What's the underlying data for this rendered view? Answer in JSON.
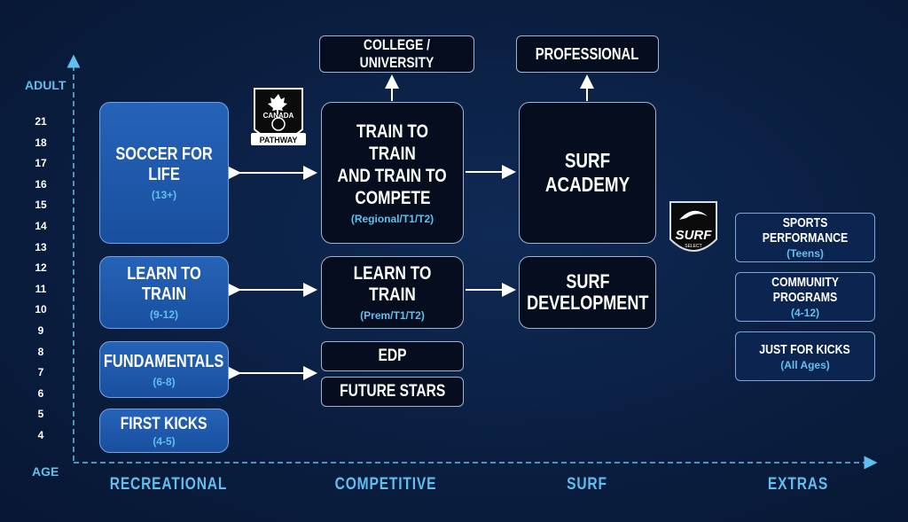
{
  "axis": {
    "y_top_label": "ADULT",
    "y_bottom_label": "AGE",
    "ages": [
      "21",
      "18",
      "17",
      "16",
      "15",
      "14",
      "13",
      "12",
      "11",
      "10",
      "9",
      "8",
      "7",
      "6",
      "5",
      "4"
    ]
  },
  "columns": [
    "RECREATIONAL",
    "COMPETITIVE",
    "SURF",
    "EXTRAS"
  ],
  "recreational": [
    {
      "title": "SOCCER FOR LIFE",
      "sub": "(13+)"
    },
    {
      "title": "LEARN TO TRAIN",
      "sub": "(9-12)"
    },
    {
      "title": "FUNDAMENTALS",
      "sub": "(6-8)"
    },
    {
      "title": "FIRST KICKS",
      "sub": "(4-5)"
    }
  ],
  "competitive": {
    "top": "COLLEGE / UNIVERSITY",
    "train_title_1": "TRAIN TO TRAIN",
    "train_title_2": "AND TRAIN TO",
    "train_title_3": "COMPETE",
    "train_sub": "(Regional/T1/T2)",
    "learn_title": "LEARN TO TRAIN",
    "learn_sub": "(Prem/T1/T2)",
    "edp": "EDP",
    "future": "FUTURE STARS"
  },
  "surf": {
    "top": "PROFESSIONAL",
    "academy": "SURF ACADEMY",
    "dev_1": "SURF",
    "dev_2": "DEVELOPMENT"
  },
  "extras": [
    {
      "title": "SPORTS PERFORMANCE",
      "sub": "(Teens)"
    },
    {
      "title": "COMMUNITY PROGRAMS",
      "sub": "(4-12)"
    },
    {
      "title": "JUST FOR KICKS",
      "sub": "(All Ages)"
    }
  ],
  "badges": {
    "canada_1": "CANADA",
    "canada_2": "PATHWAY",
    "surf_1": "SURF",
    "surf_2": "SELECT"
  },
  "colors": {
    "accent": "#5fc0f0",
    "rec_box": "#1f5aad",
    "comp_box": "#050d1e"
  }
}
